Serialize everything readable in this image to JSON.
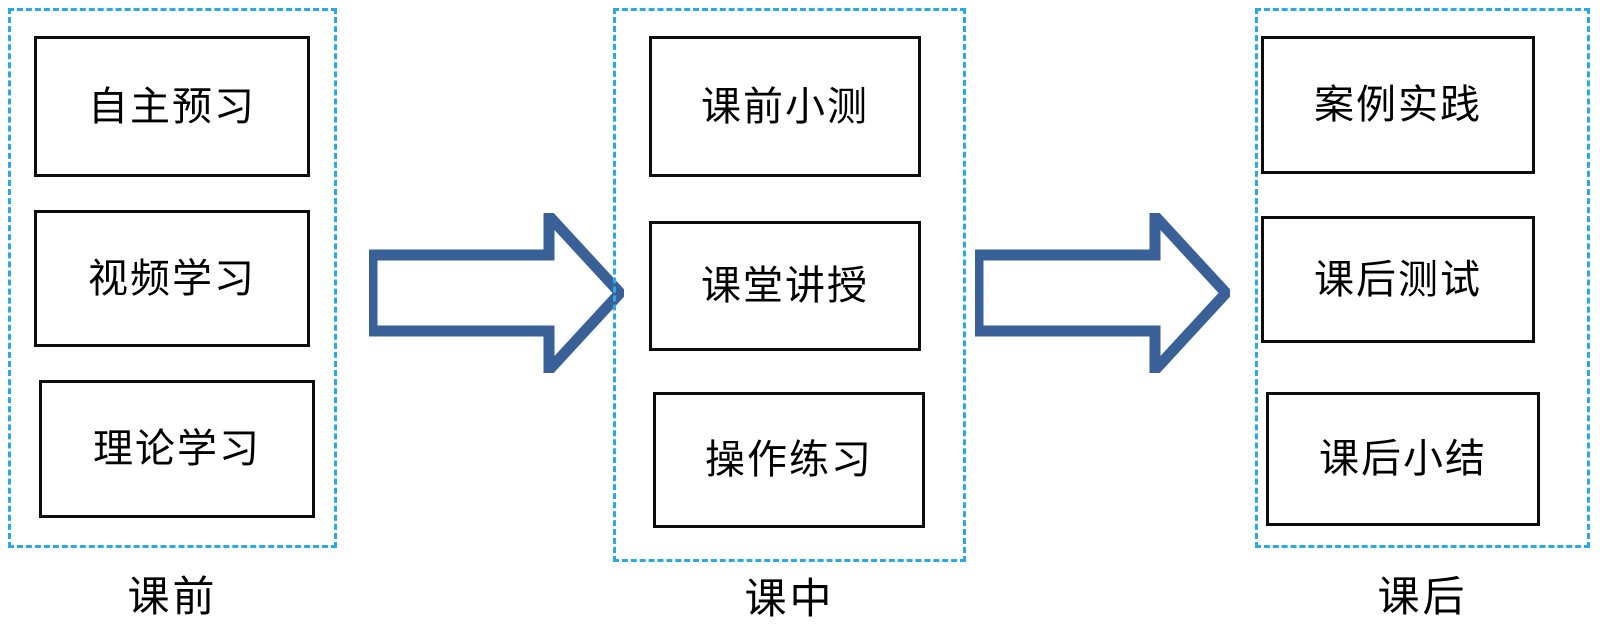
{
  "diagram": {
    "title_text": "",
    "colors": {
      "phase_border": "#29ABE2",
      "box_border": "#0d0d0d",
      "arrow_stroke": "#3A6098",
      "arrow_fill": "#ffffff",
      "background": "#ffffff",
      "text": "#000000"
    },
    "phases": [
      {
        "id": "before-class",
        "caption": "课前",
        "items": [
          {
            "label": "自主预习"
          },
          {
            "label": "视频学习"
          },
          {
            "label": "理论学习"
          }
        ]
      },
      {
        "id": "during-class",
        "caption": "课中",
        "items": [
          {
            "label": "课前小测"
          },
          {
            "label": "课堂讲授"
          },
          {
            "label": "操作练习"
          }
        ]
      },
      {
        "id": "after-class",
        "caption": "课后",
        "items": [
          {
            "label": "案例实践"
          },
          {
            "label": "课后测试"
          },
          {
            "label": "课后小结"
          }
        ]
      }
    ],
    "connectors": [
      {
        "id": "arrow-1",
        "from": "before-class",
        "to": "during-class",
        "direction": "right"
      },
      {
        "id": "arrow-2",
        "from": "during-class",
        "to": "after-class",
        "direction": "right"
      }
    ]
  }
}
